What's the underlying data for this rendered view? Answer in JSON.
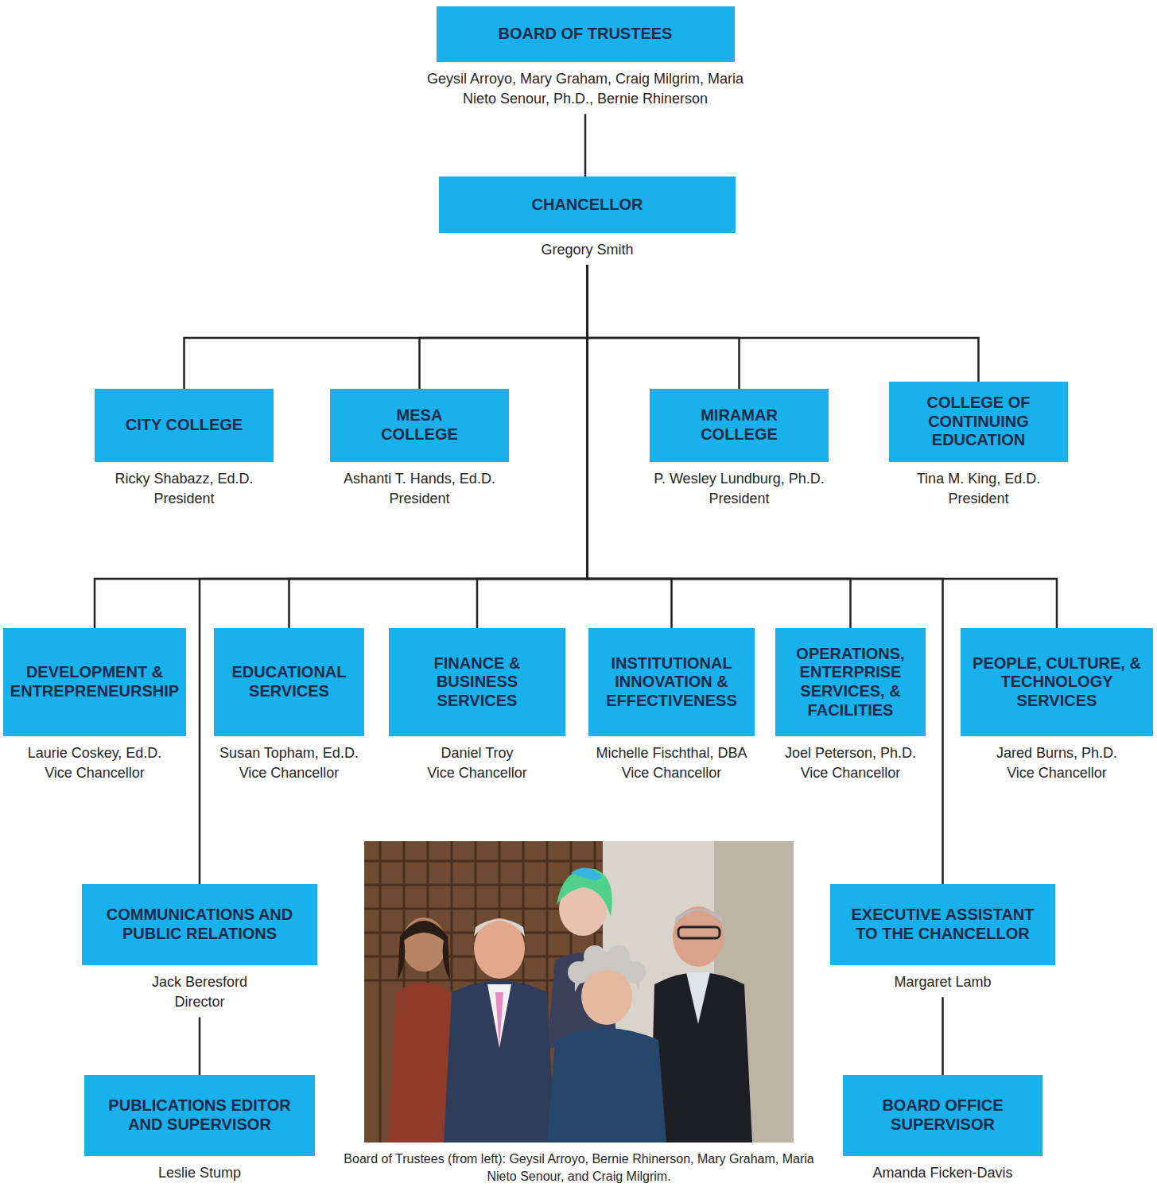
{
  "diagram": {
    "caption": "Board of Trustees (from left): Geysil Arroyo, Bernie Rhinerson, Mary Graham, Maria Nieto Senour, and Craig Milgrim.",
    "nodes": [
      {
        "text": [
          "BOARD OF TRUSTEES",
          "Geysil Arroyo, Mary Graham, Craig Milgrim, Maria Nieto Senour, Ph.D., Bernie Rhinerson"
        ]
      },
      {
        "text": [
          "CHANCELLOR",
          "Gregory Smith"
        ]
      },
      {
        "text": [
          "CITY COLLEGE",
          "Ricky Shabazz, Ed.D.",
          "President"
        ]
      },
      {
        "text": [
          "MESA COLLEGE",
          "Ashanti T. Hands, Ed.D.",
          "President"
        ]
      },
      {
        "text": [
          "MIRAMAR COLLEGE",
          "P. Wesley Lundburg, Ph.D.",
          "President"
        ]
      },
      {
        "text": [
          "COLLEGE OF CONTINUING EDUCATION",
          "Tina M. King, Ed.D.",
          "President"
        ]
      },
      {
        "text": [
          "DEVELOPMENT & ENTREPRENEURSHIP",
          "Laurie Coskey, Ed.D.",
          "Vice Chancellor"
        ]
      },
      {
        "text": [
          "EDUCATIONAL SERVICES",
          "Susan Topham, Ed.D.",
          "Vice Chancellor"
        ]
      },
      {
        "text": [
          "FINANCE & BUSINESS SERVICES",
          "Daniel Troy",
          "Vice Chancellor"
        ]
      },
      {
        "text": [
          "INSTITUTIONAL INNOVATION & EFFECTIVENESS",
          "Michelle Fischthal, DBA",
          "Vice Chancellor"
        ]
      },
      {
        "text": [
          "OPERATIONS, ENTERPRISE SERVICES, & FACILITIES",
          "Joel Peterson, Ph.D.",
          "Vice Chancellor"
        ]
      },
      {
        "text": [
          "PEOPLE, CULTURE, & TECHNOLOGY SERVICES",
          "Jared Burns, Ph.D.",
          "Vice Chancellor"
        ]
      },
      {
        "text": [
          "COMMUNICATIONS AND PUBLIC RELATIONS",
          "Jack Beresford",
          "Director"
        ]
      },
      {
        "text": [
          "EXECUTIVE ASSISTANT TO THE CHANCELLOR",
          "Margaret Lamb"
        ]
      },
      {
        "text": [
          "PUBLICATIONS EDITOR AND SUPERVISOR",
          "Leslie Stump"
        ]
      },
      {
        "text": [
          "BOARD OFFICE SUPERVISOR",
          "Amanda Ficken-Davis"
        ]
      }
    ],
    "edges": [
      {
        "from": 0,
        "to": 1,
        "arrow": "none"
      },
      {
        "from": 1,
        "to": 2,
        "arrow": "none"
      },
      {
        "from": 1,
        "to": 3,
        "arrow": "none"
      },
      {
        "from": 1,
        "to": 4,
        "arrow": "none"
      },
      {
        "from": 1,
        "to": 5,
        "arrow": "none"
      },
      {
        "from": 1,
        "to": 6,
        "arrow": "none"
      },
      {
        "from": 1,
        "to": 7,
        "arrow": "none"
      },
      {
        "from": 1,
        "to": 8,
        "arrow": "none"
      },
      {
        "from": 1,
        "to": 9,
        "arrow": "none"
      },
      {
        "from": 1,
        "to": 10,
        "arrow": "none"
      },
      {
        "from": 1,
        "to": 11,
        "arrow": "none"
      },
      {
        "from": 1,
        "to": 12,
        "arrow": "none"
      },
      {
        "from": 1,
        "to": 13,
        "arrow": "none"
      },
      {
        "from": 12,
        "to": 14,
        "arrow": "none"
      },
      {
        "from": 13,
        "to": 15,
        "arrow": "none"
      }
    ]
  }
}
